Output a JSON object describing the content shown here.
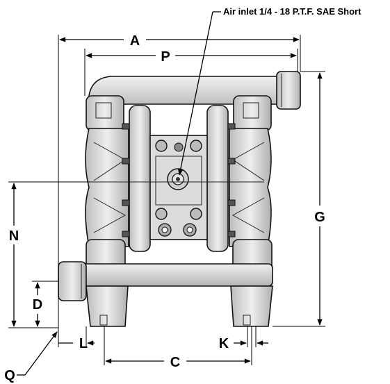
{
  "callout": {
    "air_inlet": "Air inlet 1/4 - 18 P.T.F. SAE Short"
  },
  "dimensions": {
    "A": "A",
    "P": "P",
    "G": "G",
    "N": "N",
    "D": "D",
    "L": "L",
    "C": "C",
    "K": "K",
    "Q": "Q"
  },
  "colors": {
    "line": "#000000",
    "body_fill": "#d9d9d9",
    "body_shade": "#a8a8a8",
    "background": "#ffffff"
  }
}
